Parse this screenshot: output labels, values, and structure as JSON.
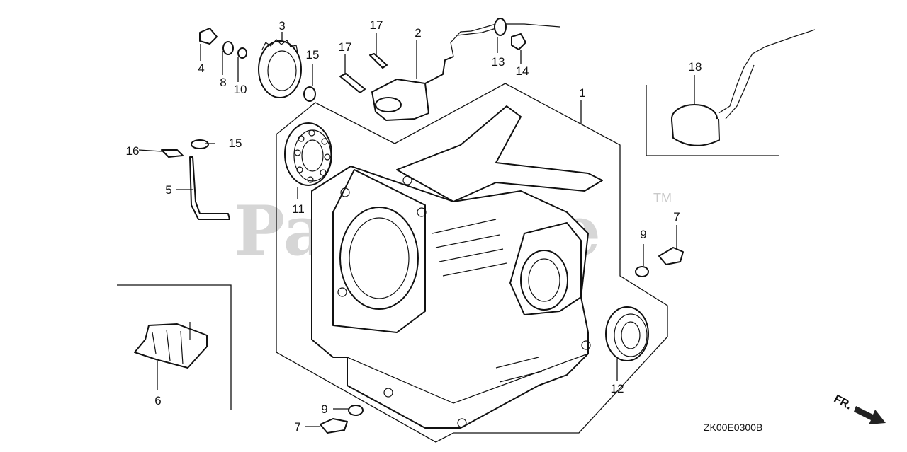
{
  "diagram": {
    "drawing_code": "ZK00E0300B",
    "direction_label": "FR.",
    "watermark": "PartsTree",
    "watermark_mark": "TM",
    "callouts": {
      "c1": "1",
      "c2": "2",
      "c3": "3",
      "c4": "4",
      "c5": "5",
      "c6": "6",
      "c7a": "7",
      "c7b": "7",
      "c8": "8",
      "c9a": "9",
      "c9b": "9",
      "c10": "10",
      "c11": "11",
      "c12": "12",
      "c13": "13",
      "c14": "14",
      "c15a": "15",
      "c15b": "15",
      "c16": "16",
      "c17a": "17",
      "c17b": "17",
      "c18": "18"
    }
  }
}
